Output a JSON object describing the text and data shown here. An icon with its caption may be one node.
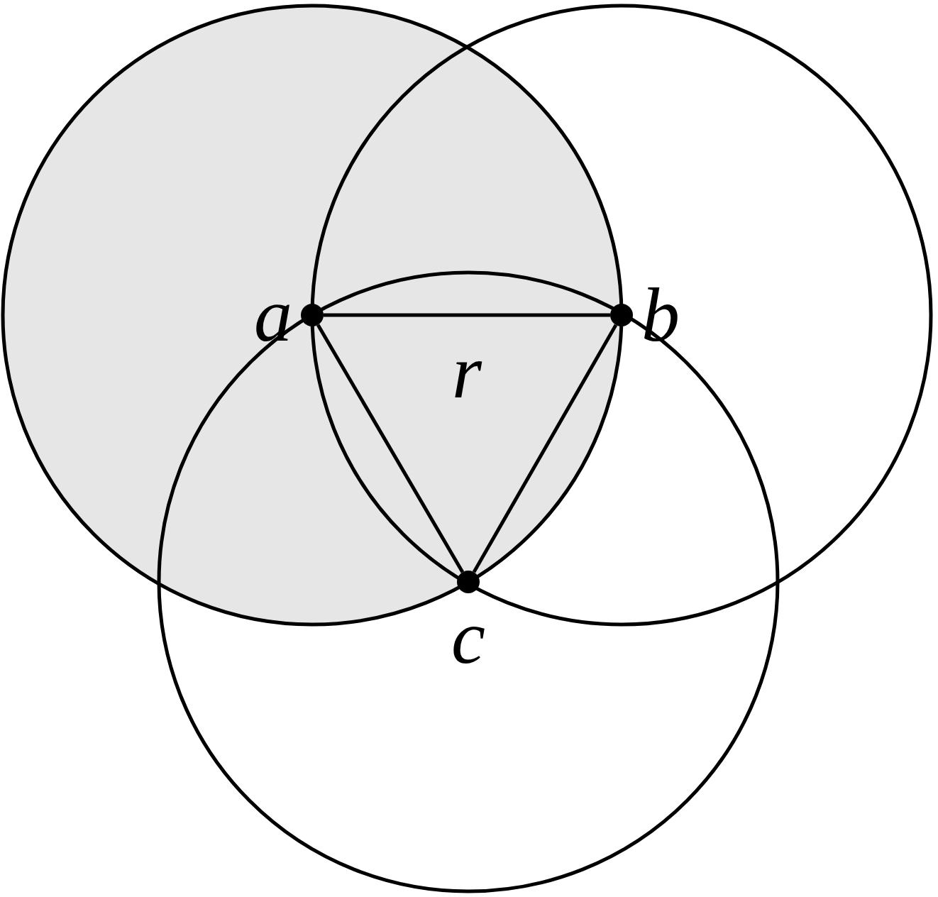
{
  "diagram": {
    "nodes": [
      {
        "text": [
          "a"
        ]
      },
      {
        "text": [
          "b"
        ]
      },
      {
        "text": [
          "c"
        ]
      }
    ],
    "edges": [
      {
        "from": 0,
        "to": 1,
        "arrow": "none",
        "label": "r"
      },
      {
        "from": 1,
        "to": 2,
        "arrow": "none"
      },
      {
        "from": 2,
        "to": 0,
        "arrow": "none"
      }
    ]
  }
}
